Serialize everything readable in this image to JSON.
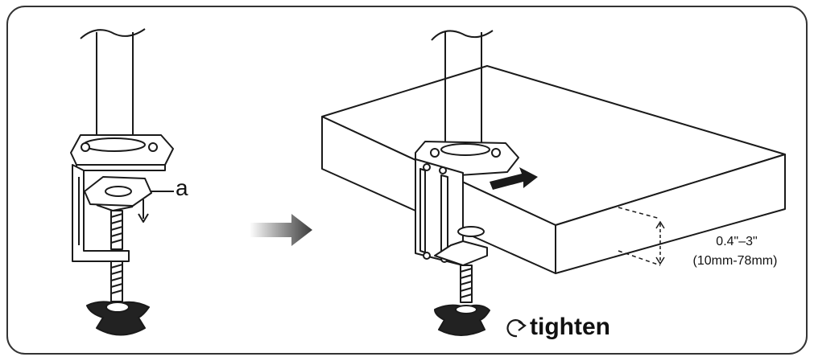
{
  "labels": {
    "part_a": "a",
    "thickness_in": "0.4\"–3\"",
    "thickness_mm": "(10mm-78mm)",
    "tighten": "tighten"
  },
  "colors": {
    "line": "#1a1a1a",
    "frame": "#333333",
    "arrow": "#444444"
  },
  "icons": [
    "clockwise-rotation-icon",
    "motion-arrow-icon",
    "step-arrow-icon"
  ]
}
